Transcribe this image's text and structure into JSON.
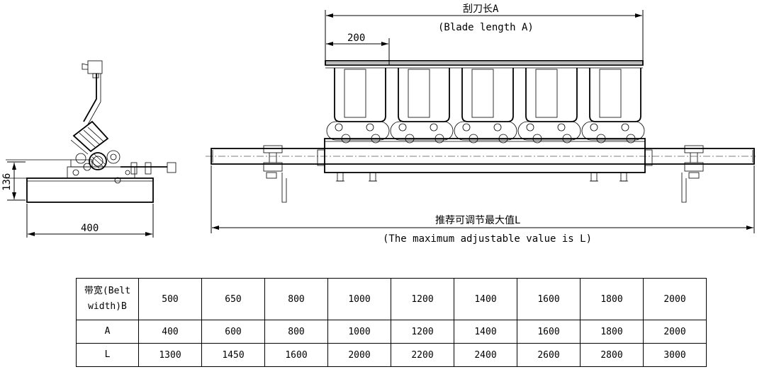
{
  "drawing": {
    "blade_length_cn": "刮刀长A",
    "blade_length_en": "(Blade length A)",
    "segment_dim": "200",
    "max_adjust_cn": "推荐可调节最大值L",
    "max_adjust_en": "(The maximum adjustable value is L)",
    "side_height_dim": "136",
    "side_width_dim": "400"
  },
  "table": {
    "header_label_cn": "带宽(Belt",
    "header_label_en": "width)B",
    "row_a_label": "A",
    "row_l_label": "L",
    "belt_widths": [
      "500",
      "650",
      "800",
      "1000",
      "1200",
      "1400",
      "1600",
      "1800",
      "2000"
    ],
    "a_values": [
      "400",
      "600",
      "800",
      "1000",
      "1200",
      "1400",
      "1600",
      "1800",
      "2000"
    ],
    "l_values": [
      "1300",
      "1450",
      "1600",
      "2000",
      "2200",
      "2400",
      "2600",
      "2800",
      "3000"
    ]
  }
}
